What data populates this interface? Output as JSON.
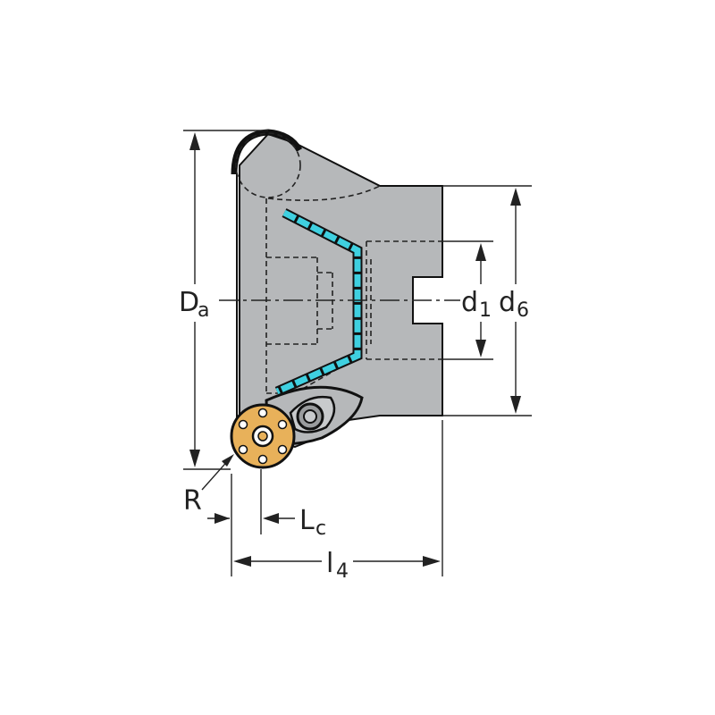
{
  "diagram": {
    "labels": {
      "da_main": "D",
      "da_sub": "a",
      "d1_main": "d",
      "d1_sub": "1",
      "d6_main": "d",
      "d6_sub": "6",
      "r": "R",
      "lc_main": "L",
      "lc_sub": "c",
      "l4_main": "l",
      "l4_sub": "4"
    },
    "colors": {
      "body": "#b6b8ba",
      "outline": "#111111",
      "coolant": "#3fd0e0",
      "insert": "#e8b15a",
      "screw": "#9a9c9e",
      "dimension": "#222222"
    }
  }
}
